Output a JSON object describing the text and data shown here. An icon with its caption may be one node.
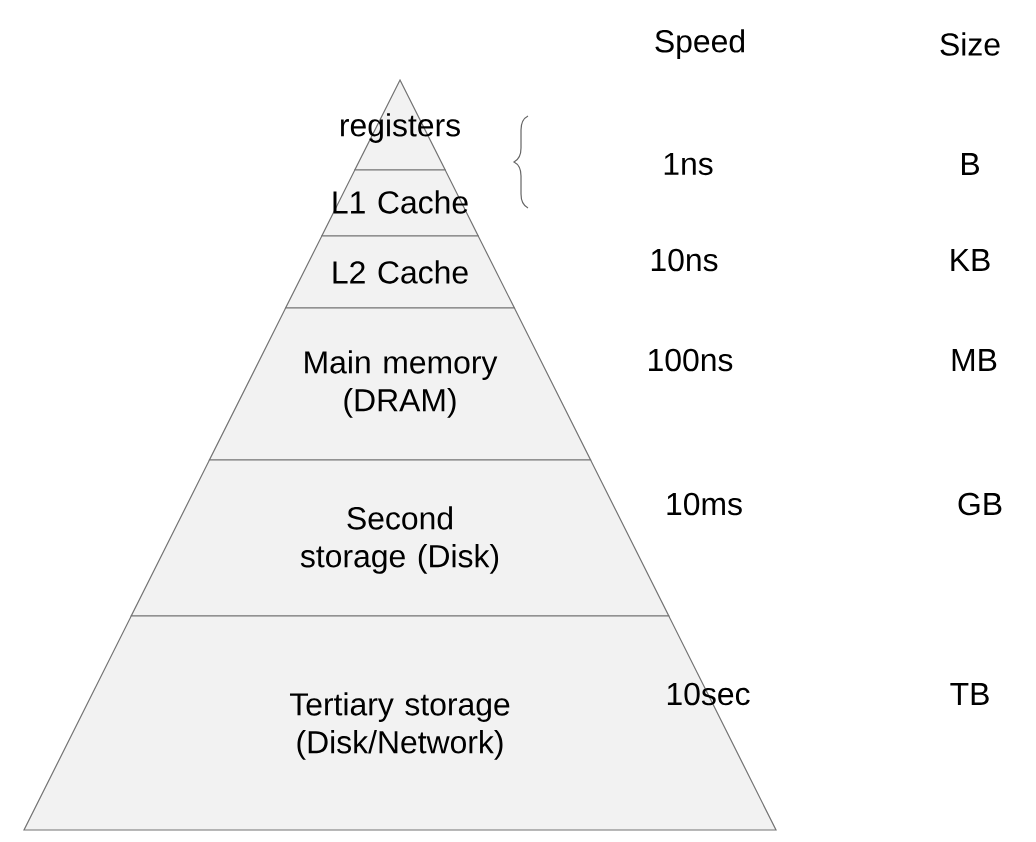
{
  "diagram": {
    "nodes": [
      {
        "text": [
          "registers"
        ]
      },
      {
        "text": [
          "L1 Cache"
        ]
      },
      {
        "text": [
          "L2 Cache"
        ]
      },
      {
        "text": [
          "Main memory (DRAM)"
        ]
      },
      {
        "text": [
          "Second storage (Disk)"
        ]
      },
      {
        "text": [
          "Tertiary storage (Disk/Network)"
        ]
      }
    ],
    "labels": [
      "Speed",
      "Size",
      "1ns",
      "B",
      "10ns",
      "KB",
      "100ns",
      "MB",
      "10ms",
      "GB",
      "10sec",
      "TB"
    ]
  }
}
